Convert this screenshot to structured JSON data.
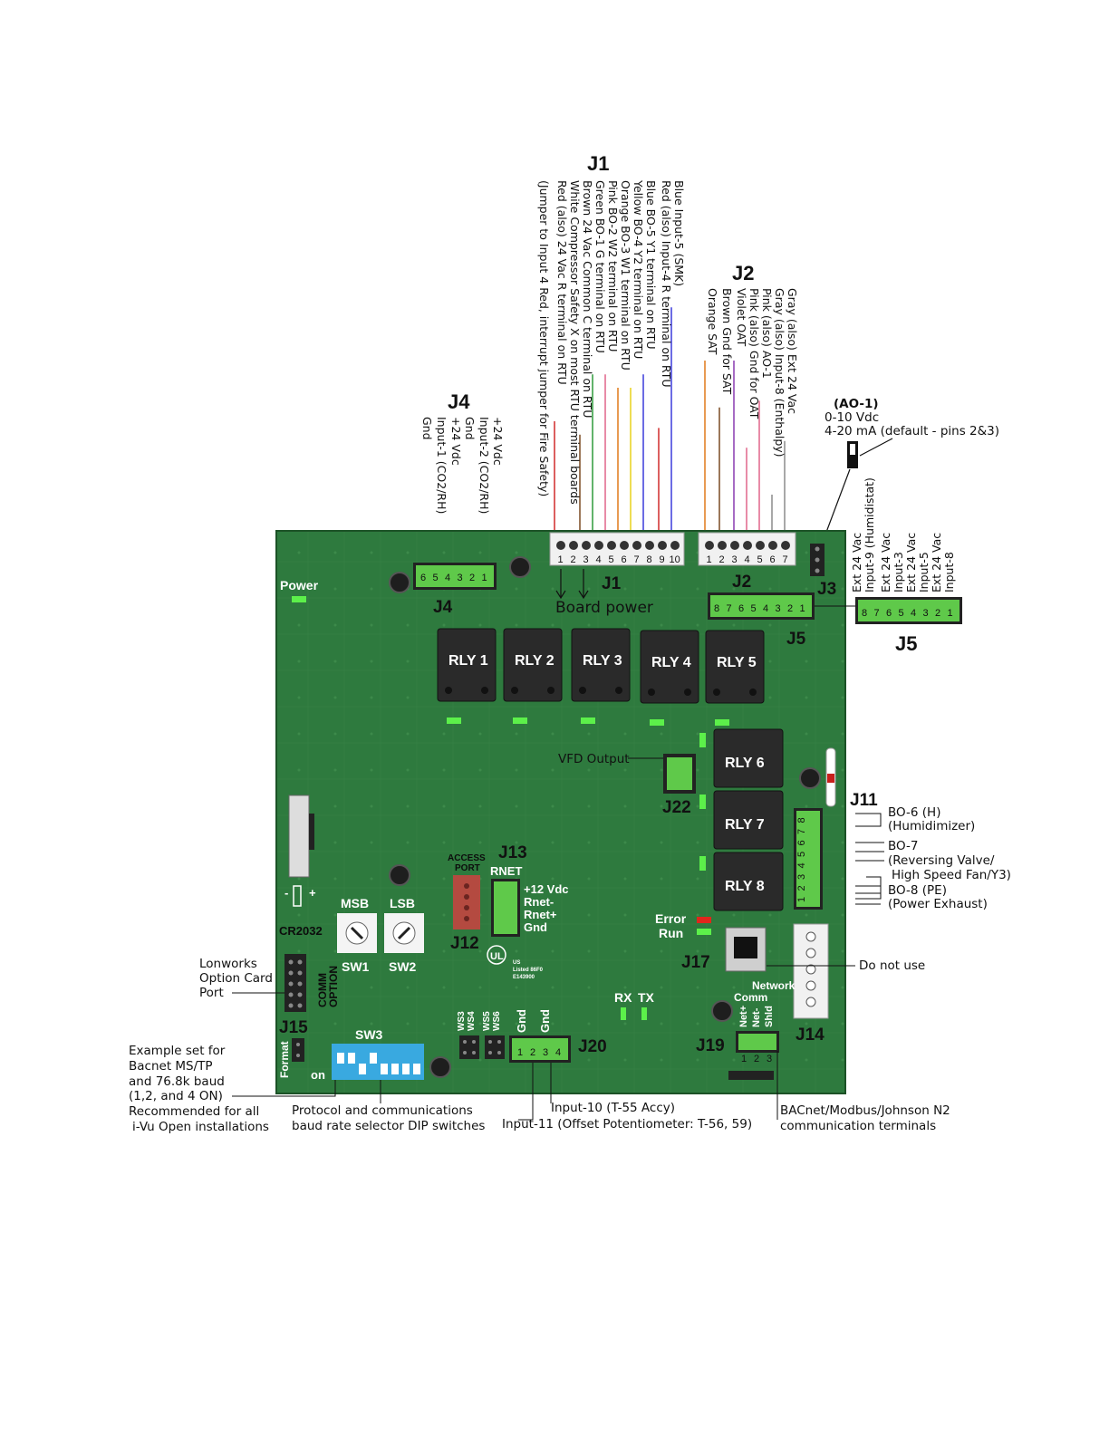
{
  "headers": {
    "j1": "J1",
    "j2": "J2",
    "j4": "J4",
    "j5": "J5",
    "j1_board": "J1",
    "j2_board": "J2",
    "j3": "J3",
    "j4_board": "J4",
    "j5_board": "J5",
    "j11": "J11",
    "j12": "J12",
    "j13": "J13",
    "j14": "J14",
    "j15": "J15",
    "j17": "J17",
    "j19": "J19",
    "j20": "J20",
    "j22": "J22"
  },
  "j1_wires": [
    {
      "text": "Blue Input-5 (SMK)",
      "color": "#3b3bdb"
    },
    {
      "text": "Red (also) Input-4 R terminal on RTU",
      "color": "#d02a2a"
    },
    {
      "text": "Blue BO-5 Y1 terminal on RTU",
      "color": "#3b3bdb"
    },
    {
      "text": "Yellow BO-4 Y2 terminal on RTU",
      "color": "#e8d21a"
    },
    {
      "text": "Orange BO-3 W1 terminal on RTU",
      "color": "#e07a1a"
    },
    {
      "text": "Pink BO-2 W2 terminal on RTU",
      "color": "#e0658a"
    },
    {
      "text": "Green BO-1 G terminal on RTU",
      "color": "#2d9a3a"
    },
    {
      "text": "Brown 24 Vac Common C terminal on RTU",
      "color": "#7a4a22"
    },
    {
      "text": "White Compressor Safety X on most RTU terminal boards",
      "color": "#999999"
    },
    {
      "text": "Red (also) 24 Vac R terminal on RTU",
      "color": "#d02a2a"
    },
    {
      "text": "(Jumper to Input 4 Red, interrupt jumper for Fire Safety)",
      "color": ""
    }
  ],
  "j2_wires": [
    {
      "text": "Gray (also) Ext 24 Vac",
      "color": "#8a8a8a"
    },
    {
      "text": "Gray (also) Input-8 (Enthalpy)",
      "color": "#8a8a8a"
    },
    {
      "text": "Pink (also) AO-1",
      "color": "#e0658a"
    },
    {
      "text": "Pink (also) Gnd for OAT",
      "color": "#e0658a"
    },
    {
      "text": "Violet OAT",
      "color": "#8a3ab0"
    },
    {
      "text": "Brown Gnd for SAT",
      "color": "#7a4a22"
    },
    {
      "text": "Orange SAT",
      "color": "#e07a1a"
    }
  ],
  "j4_labels": [
    "+24 Vdc",
    "Input-2 (CO2/RH)",
    "Gnd",
    "+24 Vdc",
    "Input-1 (CO2/RH)",
    "Gnd"
  ],
  "j5_labels": [
    "Input-8",
    "Ext 24 Vac",
    "Input-5",
    "Ext 24 Vac",
    "Input-3",
    "Ext 24 Vac",
    "Input-9 (Humidistat)",
    "Ext 24 Vac"
  ],
  "ao1": {
    "title": "(AO-1)",
    "line1": "0-10 Vdc",
    "line2": "4-20 mA (default - pins 2&3)"
  },
  "board_power": "Board power",
  "power": "Power",
  "relays": [
    "RLY 1",
    "RLY 2",
    "RLY 3",
    "RLY 4",
    "RLY 5",
    "RLY 6",
    "RLY 7",
    "RLY 8"
  ],
  "vfd_output": "VFD Output",
  "j11_labels": {
    "bo6": "BO-6 (H)",
    "bo6b": "(Humidimizer)",
    "bo7": "BO-7",
    "bo7b": "(Reversing Valve/",
    "bo7c": "High Speed Fan/Y3)",
    "bo8": "BO-8 (PE)",
    "bo8b": "(Power Exhaust)"
  },
  "access_port": {
    "line1": "ACCESS",
    "line2": "PORT"
  },
  "rnet": {
    "title": "RNET",
    "l1": "+12 Vdc",
    "l2": "Rnet-",
    "l3": "Rnet+",
    "l4": "Gnd"
  },
  "error": "Error",
  "run": "Run",
  "do_not_use": "Do not use",
  "network_comm": {
    "l1": "Network",
    "l2": "Comm"
  },
  "net_labels": [
    "Net+",
    "Net-",
    "Shld"
  ],
  "msb": "MSB",
  "lsb": "LSB",
  "sw1": "SW1",
  "sw2": "SW2",
  "sw3": "SW3",
  "cr2032": "CR2032",
  "lonworks": {
    "l1": "Lonworks",
    "l2": "Option Card",
    "l3": "Port"
  },
  "comm_option": {
    "l1": "COMM",
    "l2": "OPTION"
  },
  "format": "Format",
  "on": "on",
  "rx": "RX",
  "tx": "TX",
  "ws": [
    "WS3",
    "WS4",
    "WS5",
    "WS6"
  ],
  "j20_labels": [
    "Gnd",
    "Gnd"
  ],
  "ul": {
    "mark": "UL",
    "us": "US",
    "listed": "Listed 86F0",
    "num": "E143900"
  },
  "example": {
    "l1": "Example set for",
    "l2": "Bacnet MS/TP",
    "l3": "and 76.8k baud",
    "l4": "(1,2, and 4 ON)",
    "l5": "Recommended for all",
    "l6": "i-Vu Open installations"
  },
  "protocol": {
    "l1": "Protocol and communications",
    "l2": "baud rate selector DIP switches"
  },
  "input10": "Input-10 (T-55 Accy)",
  "input11": "Input-11 (Offset Potentiometer: T-56, 59)",
  "bacnet": {
    "l1": "BACnet/Modbus/Johnson N2",
    "l2": "communication terminals"
  }
}
